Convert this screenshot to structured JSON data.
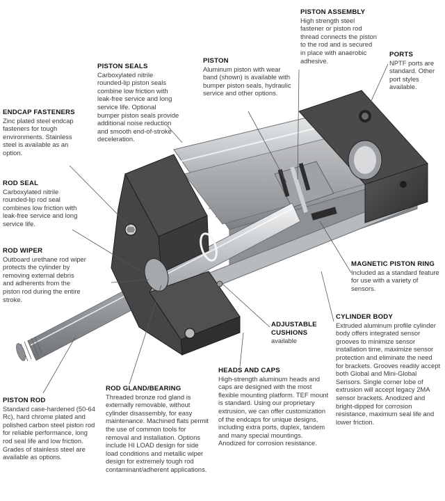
{
  "colors": {
    "body_dark": "#3a3a3a",
    "aluminum": "#b9bcbf",
    "rod": "#9ea2a6",
    "leader": "#555555"
  },
  "callouts": {
    "piston_assembly": {
      "title": "PISTON ASSEMBLY",
      "text": "High strength steel fastener or piston rod thread connects the piston to the rod and is secured in place with anaerobic adhesive."
    },
    "ports": {
      "title": "PORTS",
      "text": "NPTF ports are standard. Other port styles available."
    },
    "piston": {
      "title": "PISTON",
      "text": "Aluminum piston with wear band (shown) is available with bumper piston seals, hydraulic service and other options."
    },
    "piston_seals": {
      "title": "PISTON SEALS",
      "text": "Carboxylated nitrile rounded-lip piston seals combine low friction with leak-free service and long service life. Optional bumper piston seals provide additional noise reduction and smooth end-of-stroke deceleration."
    },
    "endcap_fasteners": {
      "title": "ENDCAP FASTENERS",
      "text": "Zinc plated steel endcap fasteners for tough environments. Stainless steel is available as an option."
    },
    "rod_seal": {
      "title": "ROD SEAL",
      "text": "Carboxylated nitrile rounded-lip rod seal combines low friction with leak-free service and long service life."
    },
    "rod_wiper": {
      "title": "ROD WIPER",
      "text": "Outboard urethane rod wiper protects the cylinder by removing external debris and adherents from the piston rod during the entire stroke."
    },
    "magnetic_piston_ring": {
      "title": "MAGNETIC PISTON RING",
      "text": "Included as a standard feature for use with a variety of sensors."
    },
    "adjustable_cushions": {
      "title": "ADJUSTABLE CUSHIONS",
      "text": "available"
    },
    "cylinder_body": {
      "title": "CYLINDER BODY",
      "text": "Extruded aluminum profile cylinder body offers integrated sensor grooves to minimize sensor installation time, maximize sensor protection and eliminate the need for brackets. Grooves readily accept both Global and Mini-Global Sensors. Single corner lobe of extrusion will accept legacy 2MA sensor brackets. Anodized and bright-dipped for corrosion resistance, maximum seal life and lower friction."
    },
    "heads_and_caps": {
      "title": "HEADS AND CAPS",
      "text": "High-strength aluminum heads and caps are designed with the most flexible mounting platform. TEF mount is standard. Using our proprietary extrusion, we can offer customization of the endcaps for unique designs, including extra ports, duplex, tandem and many special mountings. Anodized for corrosion resistance."
    },
    "piston_rod": {
      "title": "PISTON ROD",
      "text": "Standard case-hardened (50-64 Rc), hard chrome plated and polished carbon steel piston rod for reliable performance, long rod seal life and low friction. Grades of stainless steel are available as options."
    },
    "rod_gland_bearing": {
      "title": "ROD GLAND/BEARING",
      "text": "Threaded bronze rod gland is externally removable, without cylinder disassembly, for easy maintenance. Machined flats permit the use of common tools for removal and installation. Options include HI LOAD design for side load conditions and metallic wiper design for extremely tough rod contaminant/adherent applications."
    }
  }
}
